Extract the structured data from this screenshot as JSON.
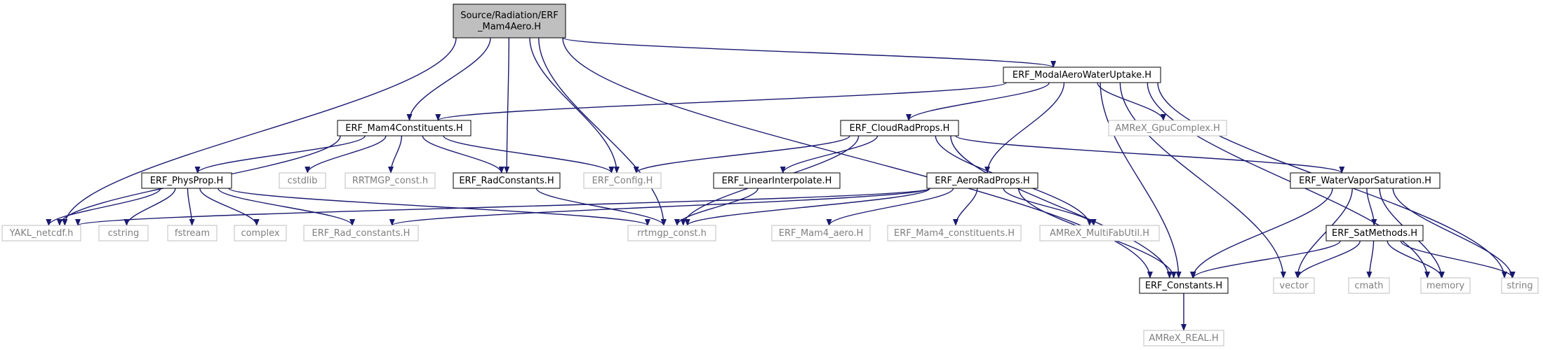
{
  "diagram": {
    "kind": "include dependency graph",
    "colors": {
      "edge": "#191970",
      "root_fill": "#bfbfbf",
      "internal_border": "#000000",
      "external_border": "#bfbfbf",
      "internal_text": "#000000",
      "external_text": "#7f7f7f",
      "background": "#ffffff"
    },
    "nodes": [
      {
        "id": "mam4aero",
        "lines": [
          "Source/Radiation/ERF",
          "_Mam4Aero.H"
        ],
        "style": "root"
      },
      {
        "id": "modalaero",
        "lines": [
          "ERF_ModalAeroWaterUptake.H"
        ],
        "style": "internal"
      },
      {
        "id": "mam4const",
        "lines": [
          "ERF_Mam4Constituents.H"
        ],
        "style": "internal"
      },
      {
        "id": "cloudrad",
        "lines": [
          "ERF_CloudRadProps.H"
        ],
        "style": "internal"
      },
      {
        "id": "gpucomplex",
        "lines": [
          "AMReX_GpuComplex.H"
        ],
        "style": "external"
      },
      {
        "id": "physprop",
        "lines": [
          "ERF_PhysProp.H"
        ],
        "style": "internal"
      },
      {
        "id": "cstdlib",
        "lines": [
          "cstdlib"
        ],
        "style": "external"
      },
      {
        "id": "rrtmgpcaps",
        "lines": [
          "RRTMGP_const.h"
        ],
        "style": "external"
      },
      {
        "id": "radconst",
        "lines": [
          "ERF_RadConstants.H"
        ],
        "style": "internal"
      },
      {
        "id": "config",
        "lines": [
          "ERF_Config.H"
        ],
        "style": "external"
      },
      {
        "id": "linint",
        "lines": [
          "ERF_LinearInterpolate.H"
        ],
        "style": "internal"
      },
      {
        "id": "aerorad",
        "lines": [
          "ERF_AeroRadProps.H"
        ],
        "style": "internal"
      },
      {
        "id": "wvsat",
        "lines": [
          "ERF_WaterVaporSaturation.H"
        ],
        "style": "internal"
      },
      {
        "id": "yakl",
        "lines": [
          "YAKL_netcdf.h"
        ],
        "style": "external"
      },
      {
        "id": "cstring",
        "lines": [
          "cstring"
        ],
        "style": "external"
      },
      {
        "id": "fstream",
        "lines": [
          "fstream"
        ],
        "style": "external"
      },
      {
        "id": "complex",
        "lines": [
          "complex"
        ],
        "style": "external"
      },
      {
        "id": "radconstlow",
        "lines": [
          "ERF_Rad_constants.H"
        ],
        "style": "external"
      },
      {
        "id": "rrtmgp",
        "lines": [
          "rrtmgp_const.h"
        ],
        "style": "external"
      },
      {
        "id": "mam4aeroh",
        "lines": [
          "ERF_Mam4_aero.H"
        ],
        "style": "external"
      },
      {
        "id": "mam4constlow",
        "lines": [
          "ERF_Mam4_constituents.H"
        ],
        "style": "external"
      },
      {
        "id": "multifab",
        "lines": [
          "AMReX_MultiFabUtil.H"
        ],
        "style": "external"
      },
      {
        "id": "satmethods",
        "lines": [
          "ERF_SatMethods.H"
        ],
        "style": "internal"
      },
      {
        "id": "constants",
        "lines": [
          "ERF_Constants.H"
        ],
        "style": "internal"
      },
      {
        "id": "vector",
        "lines": [
          "vector"
        ],
        "style": "external"
      },
      {
        "id": "cmath",
        "lines": [
          "cmath"
        ],
        "style": "external"
      },
      {
        "id": "memory",
        "lines": [
          "memory"
        ],
        "style": "external"
      },
      {
        "id": "string",
        "lines": [
          "string"
        ],
        "style": "external"
      },
      {
        "id": "real",
        "lines": [
          "AMReX_REAL.H"
        ],
        "style": "external"
      }
    ],
    "edges": [
      [
        "mam4aero",
        "yakl"
      ],
      [
        "mam4aero",
        "constants"
      ],
      [
        "mam4aero",
        "mam4const"
      ],
      [
        "mam4aero",
        "radconst"
      ],
      [
        "mam4aero",
        "config"
      ],
      [
        "mam4aero",
        "rrtmgp"
      ],
      [
        "mam4aero",
        "modalaero"
      ],
      [
        "modalaero",
        "mam4const"
      ],
      [
        "modalaero",
        "cloudrad"
      ],
      [
        "modalaero",
        "aerorad"
      ],
      [
        "modalaero",
        "gpucomplex"
      ],
      [
        "modalaero",
        "constants"
      ],
      [
        "modalaero",
        "vector"
      ],
      [
        "modalaero",
        "memory"
      ],
      [
        "modalaero",
        "string"
      ],
      [
        "mam4const",
        "yakl"
      ],
      [
        "mam4const",
        "physprop"
      ],
      [
        "mam4const",
        "cstdlib"
      ],
      [
        "mam4const",
        "rrtmgpcaps"
      ],
      [
        "mam4const",
        "radconst"
      ],
      [
        "mam4const",
        "config"
      ],
      [
        "physprop",
        "yakl"
      ],
      [
        "physprop",
        "cstring"
      ],
      [
        "physprop",
        "fstream"
      ],
      [
        "physprop",
        "complex"
      ],
      [
        "physprop",
        "radconstlow"
      ],
      [
        "physprop",
        "rrtmgp"
      ],
      [
        "radconst",
        "rrtmgp"
      ],
      [
        "cloudrad",
        "config"
      ],
      [
        "cloudrad",
        "linint"
      ],
      [
        "cloudrad",
        "rrtmgp"
      ],
      [
        "cloudrad",
        "constants"
      ],
      [
        "cloudrad",
        "multifab"
      ],
      [
        "cloudrad",
        "wvsat"
      ],
      [
        "linint",
        "rrtmgp"
      ],
      [
        "aerorad",
        "yakl"
      ],
      [
        "aerorad",
        "radconstlow"
      ],
      [
        "aerorad",
        "rrtmgp"
      ],
      [
        "aerorad",
        "mam4aeroh"
      ],
      [
        "aerorad",
        "mam4constlow"
      ],
      [
        "aerorad",
        "multifab"
      ],
      [
        "aerorad",
        "constants"
      ],
      [
        "wvsat",
        "constants"
      ],
      [
        "wvsat",
        "vector"
      ],
      [
        "wvsat",
        "satmethods"
      ],
      [
        "wvsat",
        "memory"
      ],
      [
        "wvsat",
        "string"
      ],
      [
        "satmethods",
        "constants"
      ],
      [
        "satmethods",
        "vector"
      ],
      [
        "satmethods",
        "cmath"
      ],
      [
        "satmethods",
        "memory"
      ],
      [
        "satmethods",
        "string"
      ],
      [
        "constants",
        "real"
      ]
    ]
  }
}
